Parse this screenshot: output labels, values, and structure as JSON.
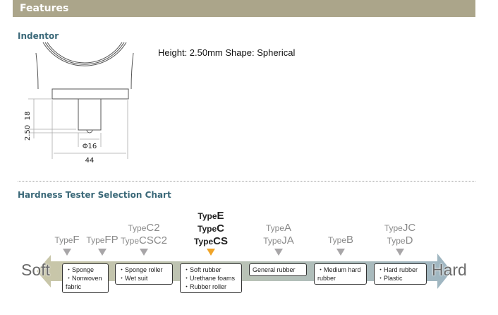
{
  "header": {
    "title": "Features"
  },
  "indentor": {
    "title": "Indentor",
    "spec": "Height: 2.50mm Shape: Spherical",
    "dims": {
      "height": "18",
      "tip": "2.50",
      "diameter": "Φ16",
      "width": "44"
    }
  },
  "chart": {
    "title": "Hardness Tester Selection Chart",
    "soft": "Soft",
    "hard": "Hard",
    "types": [
      {
        "lines": [
          "F"
        ]
      },
      {
        "lines": [
          "FP"
        ]
      },
      {
        "lines": [
          "C2",
          "CSC2"
        ]
      },
      {
        "lines": [
          "E",
          "C",
          "CS"
        ]
      },
      {
        "lines": [
          "A",
          "JA"
        ]
      },
      {
        "lines": [
          "B"
        ]
      },
      {
        "lines": [
          "JC",
          "D"
        ]
      }
    ],
    "type_prefix": "Type",
    "boxes": [
      {
        "lines": [
          "・Sponge",
          "・Nonwoven",
          " fabric"
        ]
      },
      {
        "lines": [
          "・Sponge roller",
          "・Wet suit"
        ]
      },
      {
        "lines": [
          "・Soft rubber",
          "・Urethane foams",
          "・Rubber roller"
        ]
      },
      {
        "lines": [
          "General rubber"
        ]
      },
      {
        "lines": [
          "・Medium hard",
          " rubber"
        ]
      },
      {
        "lines": [
          "・Hard rubber",
          "・Plastic"
        ]
      }
    ],
    "colors": {
      "highlight": "#f0a428",
      "marker": "#a8a6a8"
    }
  }
}
